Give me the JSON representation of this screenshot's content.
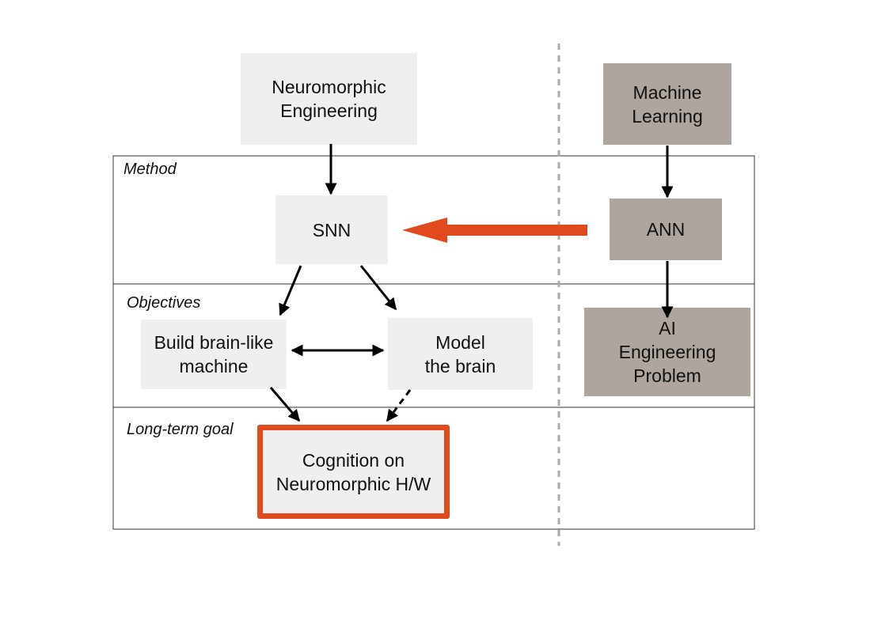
{
  "sections": {
    "method": "Method",
    "objectives": "Objectives",
    "long_term_goal": "Long-term goal"
  },
  "nodes": {
    "neuromorphic_engineering": [
      "Neuromorphic",
      "Engineering"
    ],
    "machine_learning": [
      "Machine",
      "Learning"
    ],
    "snn": [
      "SNN"
    ],
    "ann": [
      "ANN"
    ],
    "build_brain_like_machine": [
      "Build brain-like",
      "machine"
    ],
    "model_the_brain": [
      "Model",
      "the brain"
    ],
    "ai_engineering_problem": [
      "AI",
      "Engineering",
      "Problem"
    ],
    "cognition_on_neuromorphic_hw": [
      "Cognition on",
      "Neuromorphic H/W"
    ]
  },
  "colors": {
    "light_box": "#efefef",
    "dark_box": "#aea69e",
    "accent": "#e04a1c",
    "arrow": "#000000",
    "divider": "#aaaaaa"
  }
}
